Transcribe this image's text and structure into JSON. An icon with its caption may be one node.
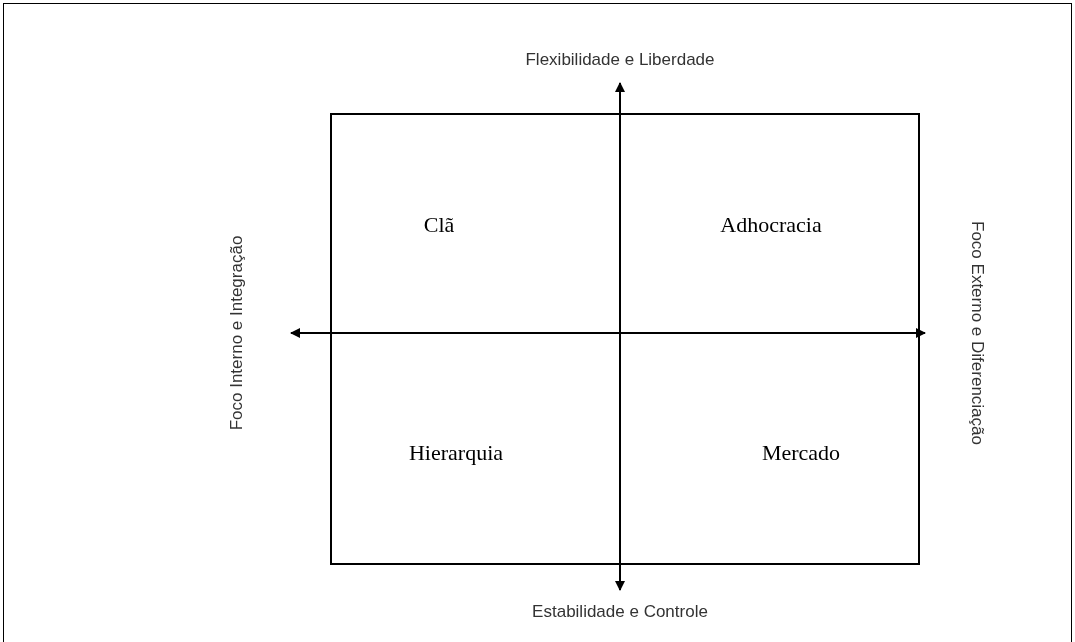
{
  "diagram": {
    "labels": [
      "Flexibilidade e Liberdade",
      "Foco Interno e Integração",
      "Clã",
      "Adhocracia",
      "Foco Externo e Diferenciação",
      "Hierarquia",
      "Mercado",
      "Estabilidade e Controle"
    ]
  }
}
